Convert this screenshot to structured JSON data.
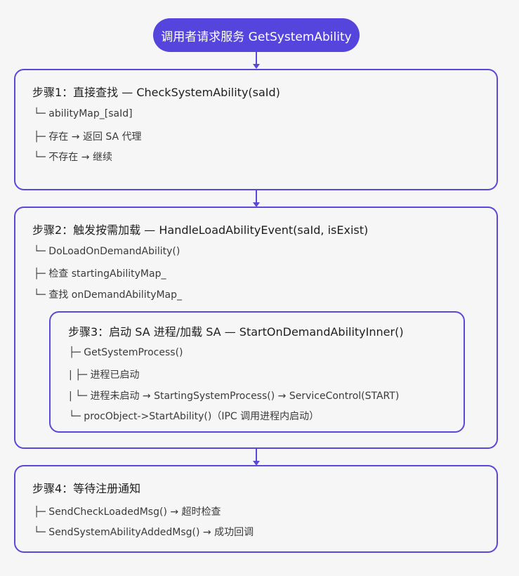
{
  "start": {
    "label": "调用者请求服务 GetSystemAbility"
  },
  "step1": {
    "title": "步骤1：直接查找 — CheckSystemAbility(saId)",
    "lines": [
      "└─ abilityMap_[saId]",
      "├─ 存在 → 返回 SA 代理",
      "└─ 不存在 → 继续"
    ]
  },
  "step2": {
    "title": "步骤2：触发按需加载 — HandleLoadAbilityEvent(saId, isExist)",
    "lines": [
      "└─ DoLoadOnDemandAbility()",
      "├─ 检查 startingAbilityMap_",
      "└─ 查找 onDemandAbilityMap_"
    ]
  },
  "step3": {
    "title": "步骤3：启动 SA 进程/加载 SA — StartOnDemandAbilityInner()",
    "lines": [
      "├─ GetSystemProcess()",
      "|  ├─ 进程已启动",
      "|  └─ 进程未启动 → StartingSystemProcess() → ServiceControl(START)",
      "└─ procObject->StartAbility()（IPC 调用进程内启动）"
    ]
  },
  "step4": {
    "title": "步骤4：等待注册通知",
    "lines": [
      "├─ SendCheckLoadedMsg() → 超时检查",
      "└─ SendSystemAbilityAddedMsg() → 成功回调"
    ]
  },
  "colors": {
    "accent": "#5545dc",
    "border": "#5a48d8",
    "background": "#f6f6f6"
  }
}
